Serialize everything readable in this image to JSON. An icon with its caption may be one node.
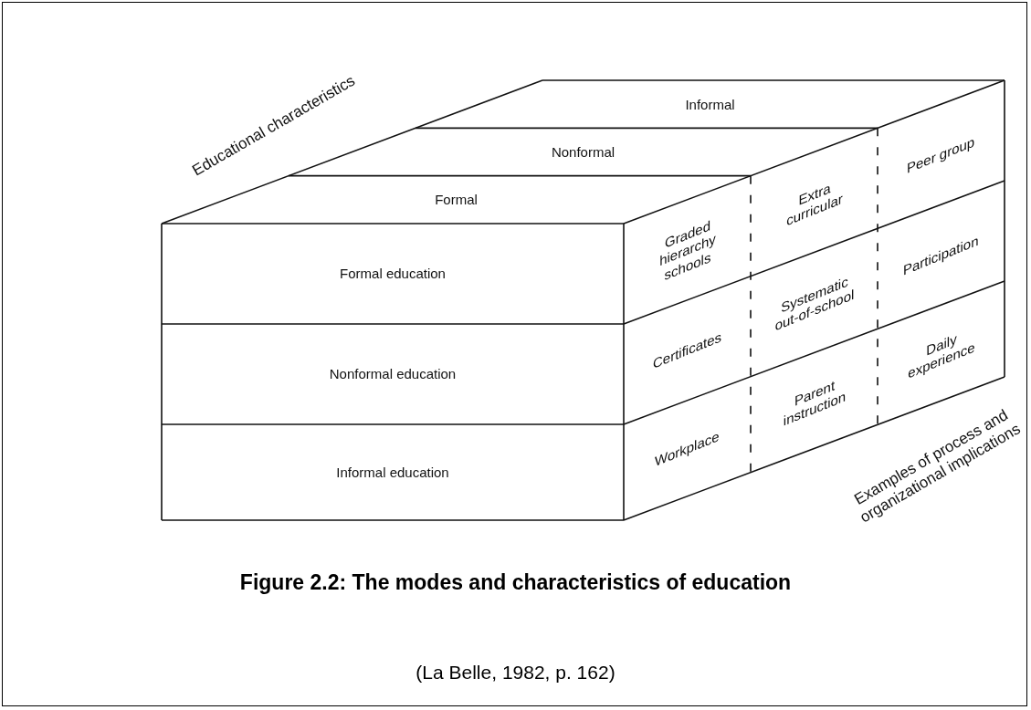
{
  "diagram": {
    "title": "Figure 2.2: The modes and characteristics of education",
    "caption": "(La Belle, 1982, p. 162)",
    "nodes": [
      {
        "text": [
          "Informal"
        ]
      },
      {
        "text": [
          "Nonformal"
        ]
      },
      {
        "text": [
          "Formal"
        ]
      },
      {
        "text": [
          "Formal education"
        ]
      },
      {
        "text": [
          "Nonformal education"
        ]
      },
      {
        "text": [
          "Informal education"
        ]
      },
      {
        "text": [
          "Graded hierarchy schools"
        ]
      },
      {
        "text": [
          "Extra curricular"
        ]
      },
      {
        "text": [
          "Peer group"
        ]
      },
      {
        "text": [
          "Certificates"
        ]
      },
      {
        "text": [
          "Systematic out-of-school"
        ]
      },
      {
        "text": [
          "Participation"
        ]
      },
      {
        "text": [
          "Workplace"
        ]
      },
      {
        "text": [
          "Parent instruction"
        ]
      },
      {
        "text": [
          "Daily experience"
        ]
      }
    ],
    "labels": [
      "Educational characteristics",
      "Examples of process and organizational implications"
    ]
  }
}
